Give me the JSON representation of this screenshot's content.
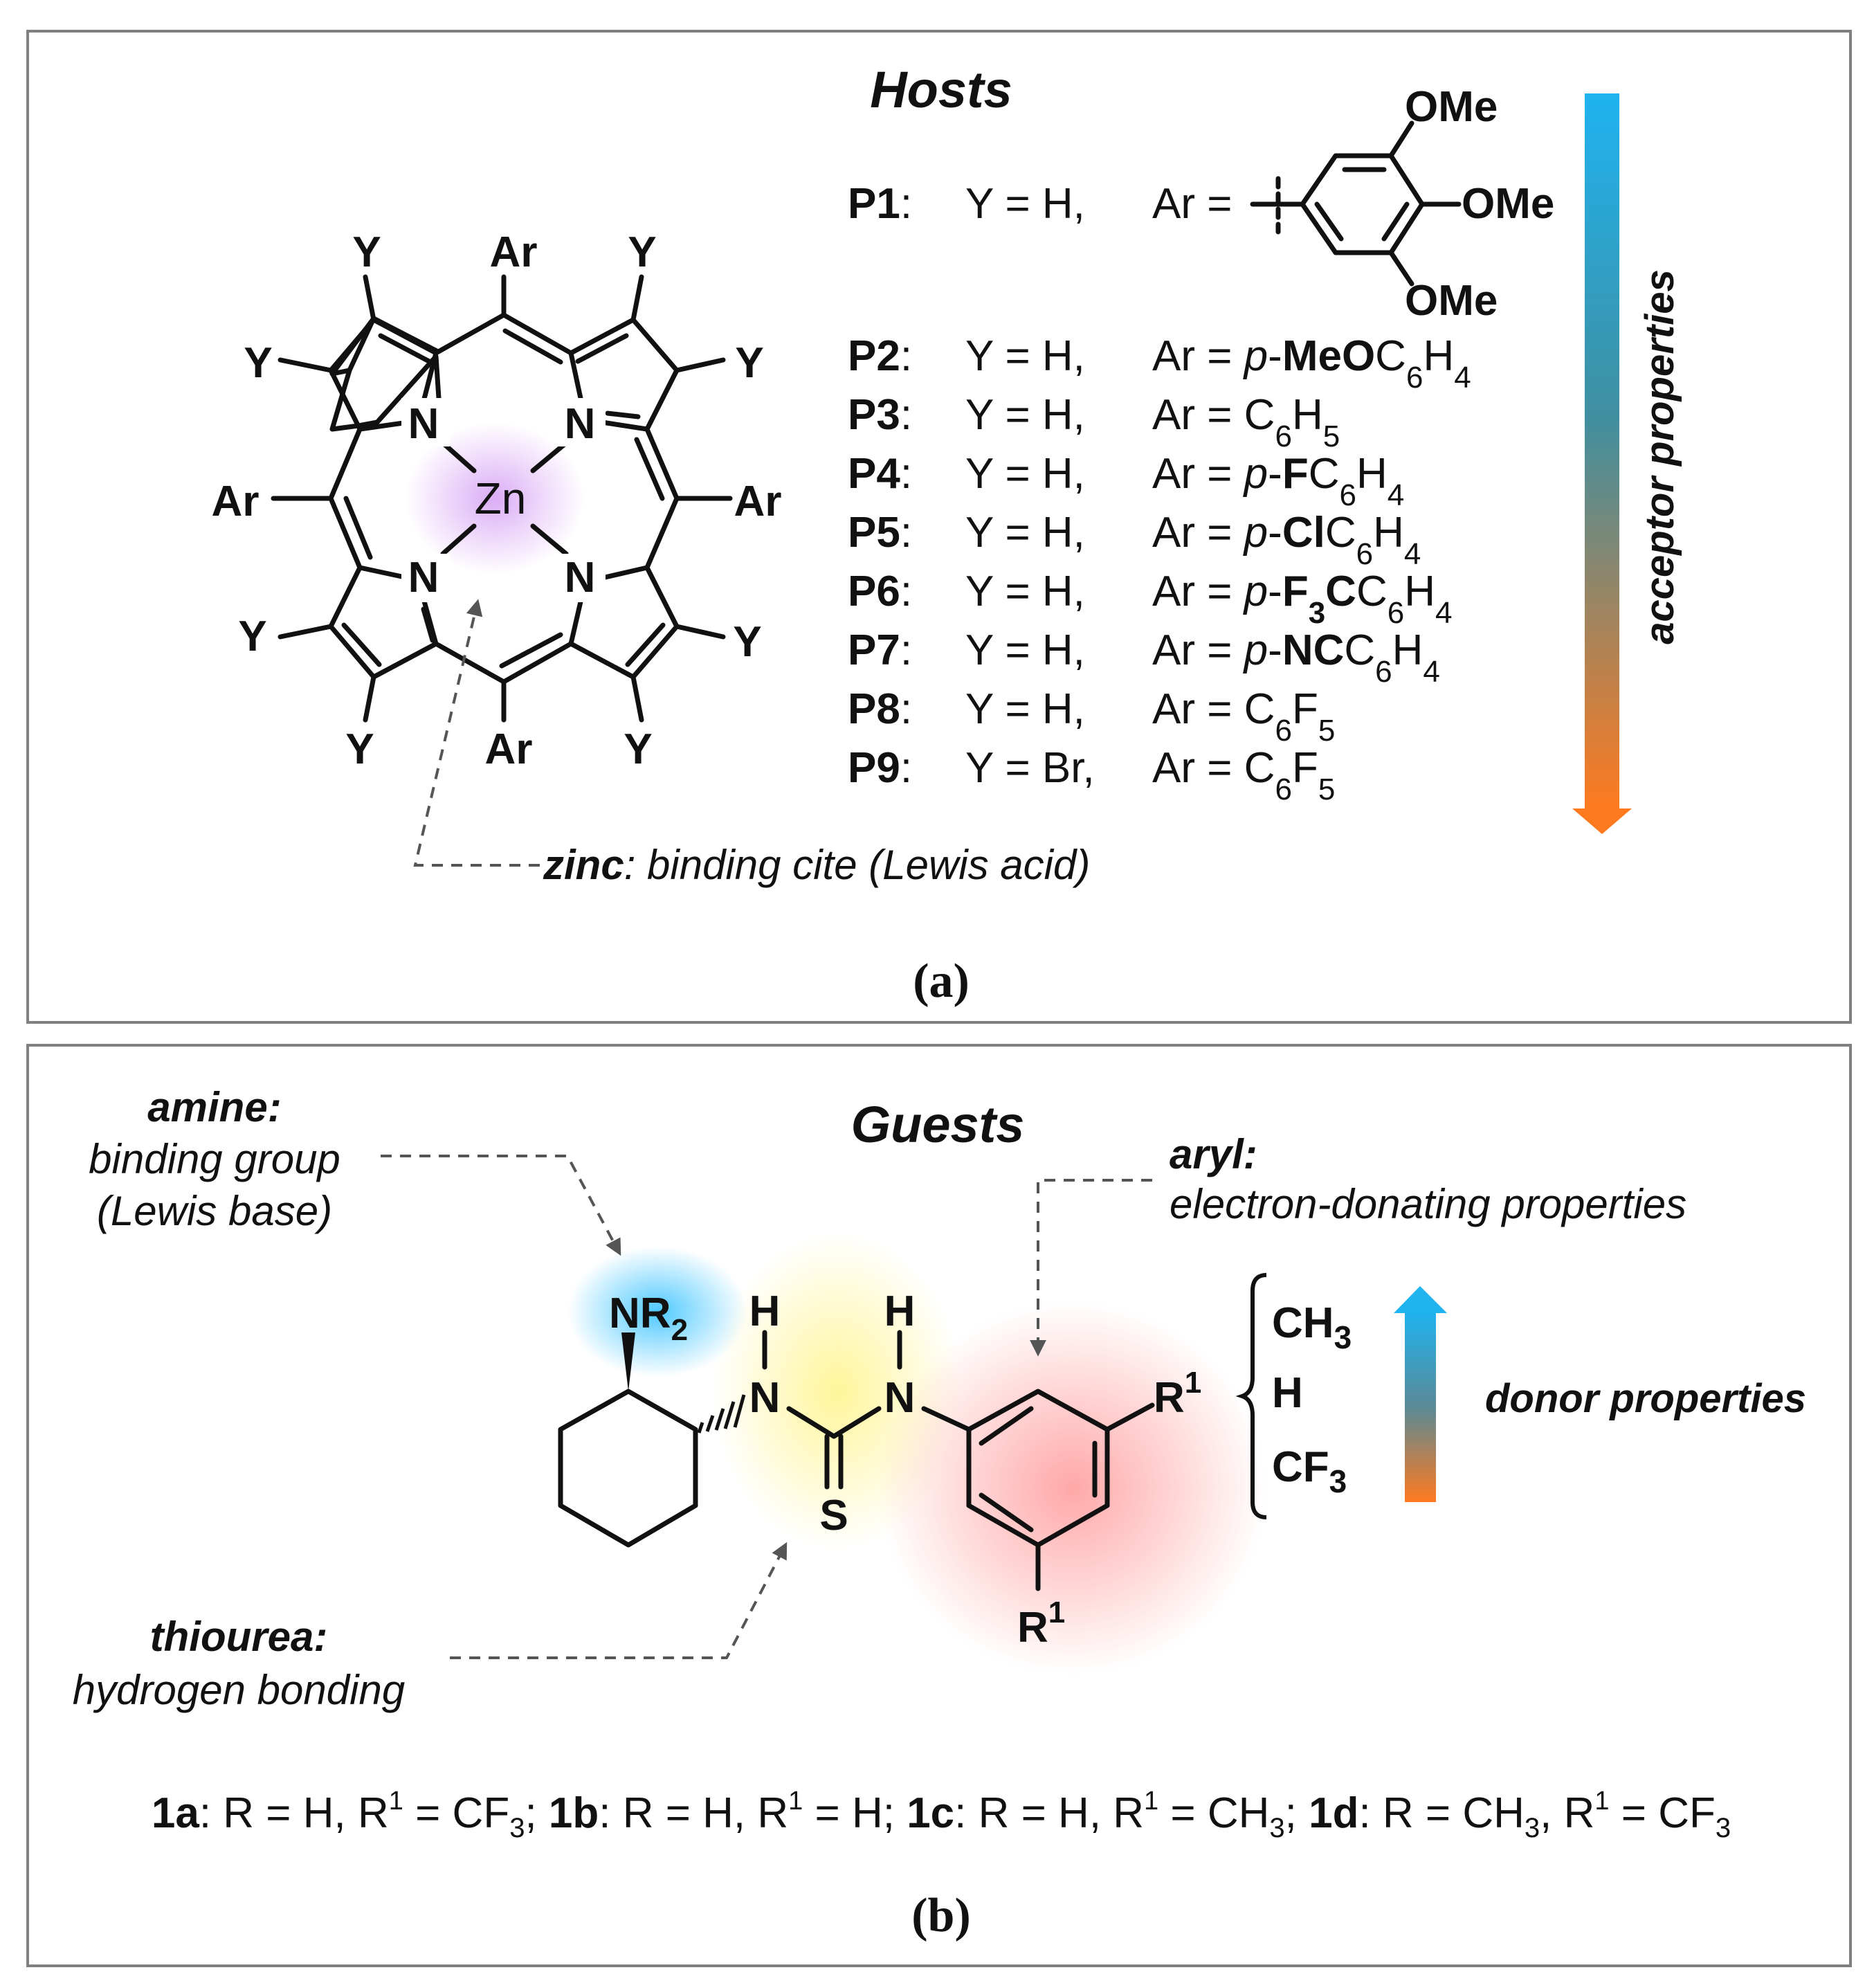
{
  "panel_a": {
    "title": "Hosts",
    "label": "(a)",
    "porphyrin": {
      "metal": "Zn",
      "meso_substituent": "Ar",
      "beta_substituent": "Y",
      "nitrogen": "N"
    },
    "trimethoxy": {
      "ome": "OMe",
      "ar_prefix": "Ar ="
    },
    "hosts": [
      {
        "id": "P1",
        "y": "Y = H,",
        "ar_plain": "",
        "ar_bold": "",
        "ar_tail": ""
      },
      {
        "id": "P2",
        "y": "Y = H,",
        "ar_plain": "Ar = p-",
        "ar_bold": "MeO",
        "ar_tail": "C6H4"
      },
      {
        "id": "P3",
        "y": "Y = H,",
        "ar_plain": "Ar = ",
        "ar_bold": "",
        "ar_tail": "C6H5"
      },
      {
        "id": "P4",
        "y": "Y = H,",
        "ar_plain": "Ar = p-",
        "ar_bold": "F",
        "ar_tail": "C6H4"
      },
      {
        "id": "P5",
        "y": "Y = H,",
        "ar_plain": "Ar = p-",
        "ar_bold": "Cl",
        "ar_tail": "C6H4"
      },
      {
        "id": "P6",
        "y": "Y = H,",
        "ar_plain": "Ar = p-",
        "ar_bold": "F3C",
        "ar_tail": "C6H4"
      },
      {
        "id": "P7",
        "y": "Y = H,",
        "ar_plain": "Ar = p-",
        "ar_bold": "NC",
        "ar_tail": "C6H4"
      },
      {
        "id": "P8",
        "y": "Y = H,",
        "ar_plain": "Ar = ",
        "ar_bold": "",
        "ar_tail": "C6F5"
      },
      {
        "id": "P9",
        "y": "Y = Br,",
        "ar_plain": "Ar = ",
        "ar_bold": "",
        "ar_tail": "C6F5"
      }
    ],
    "arrow_label": "acceptor properties",
    "zinc_annotation_bold": "zinc",
    "zinc_annotation_rest": ": binding cite (Lewis acid)"
  },
  "panel_b": {
    "title": "Guests",
    "label": "(b)",
    "amine_title": "amine:",
    "amine_line1": "binding group",
    "amine_line2": "(Lewis base)",
    "aryl_title": "aryl:",
    "aryl_line": "electron-donating properties",
    "thiourea_title": "thiourea:",
    "thiourea_line": "hydrogen bonding",
    "donor_label": "donor properties",
    "atoms": {
      "nr2": "NR",
      "n": "N",
      "h": "H",
      "s": "S",
      "r1": "R",
      "one": "1",
      "two": "2"
    },
    "substituents": [
      "CH3",
      "H",
      "CF3"
    ],
    "compounds": "1a: R = H, R1 = CF3; 1b: R = H, R1 = H; 1c: R = H, R1 = CH3; 1d: R = CH3, R1 = CF3"
  },
  "colors": {
    "arrow_top": "#1fb3f0",
    "arrow_mid": "#3f8fa0",
    "arrow_bottom": "#ff7a1f",
    "zn_glow": "#d9a8f5",
    "amine_glow": "#45c6ff",
    "thiourea_glow": "#fff59a",
    "aryl_glow": "#ffa3a3"
  }
}
